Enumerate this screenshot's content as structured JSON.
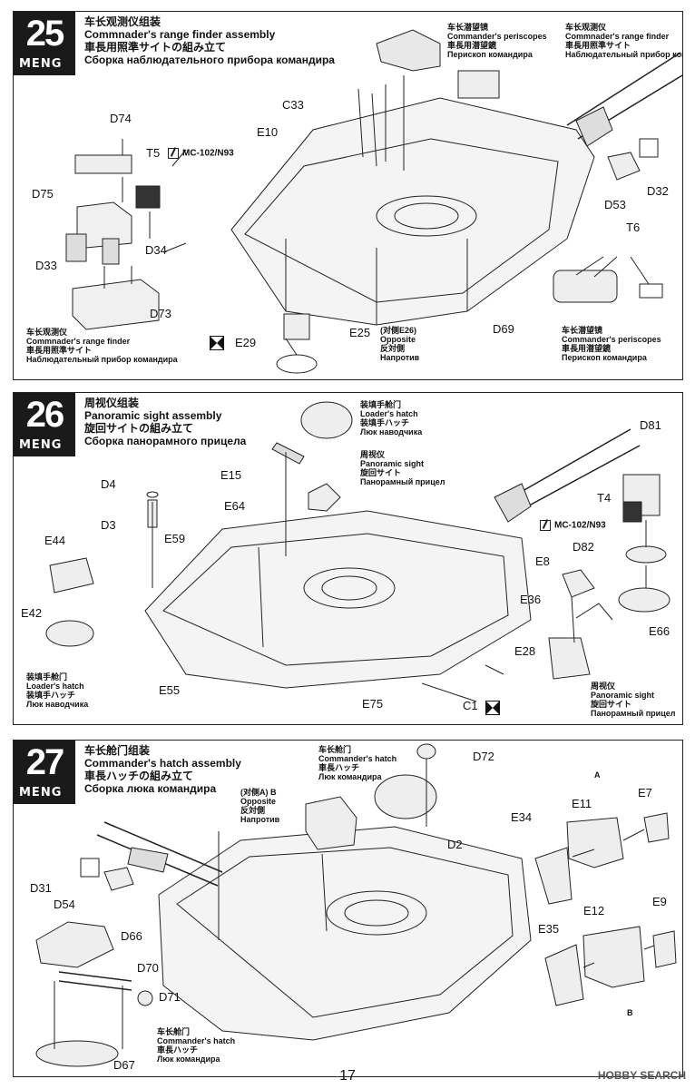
{
  "page_number": "17",
  "watermark": "HOBBY SEARCH",
  "steps": [
    {
      "number": "25",
      "brand": "MENG",
      "title_cn": "车长观测仪组装",
      "title_en": "Commnader's range finder assembly",
      "title_jp": "車長用照準サイトの組み立て",
      "title_ru": "Сборка наблюдательного прибора командира",
      "paint": "MC-102/N93",
      "labels": [
        "D74",
        "T5",
        "D75",
        "D33",
        "D34",
        "D73",
        "C33",
        "E10",
        "E25",
        "E29",
        "D53",
        "D32",
        "T6",
        "D69"
      ],
      "opposite": {
        "cn": "(对侧E26)",
        "en": "Opposite",
        "jp": "反対側",
        "ru": "Напротив"
      },
      "notes": [
        {
          "cn": "车长潜望镜",
          "en": "Commander's periscopes",
          "jp": "車長用潜望鏡",
          "ru": "Перископ командира"
        },
        {
          "cn": "车长观测仪",
          "en": "Commnader's range finder",
          "jp": "車長用照準サイト",
          "ru": "Наблюдательный прибор командира"
        },
        {
          "cn": "车长观测仪",
          "en": "Commnader's range finder",
          "jp": "車長用照準サイト",
          "ru": "Наблюдательный прибор командира"
        },
        {
          "cn": "车长潜望镜",
          "en": "Commander's periscopes",
          "jp": "車長用潜望鏡",
          "ru": "Перископ командира"
        }
      ]
    },
    {
      "number": "26",
      "brand": "MENG",
      "title_cn": "周视仪组装",
      "title_jp": "旋回サイトの組み立て",
      "title_en": "Panoramic sight assembly",
      "title_ru": "Сборка панорамного прицела",
      "paint": "MC-102/N93",
      "labels": [
        "E15",
        "D4",
        "D3",
        "E59",
        "E64",
        "E44",
        "E42",
        "E55",
        "E75",
        "C1",
        "D81",
        "T4",
        "D82",
        "E8",
        "E36",
        "E28",
        "E66"
      ],
      "notes": [
        {
          "cn": "装填手舱门",
          "en": "Loader's hatch",
          "jp": "装填手ハッチ",
          "ru": "Люк наводчика"
        },
        {
          "cn": "周视仪",
          "en": "Panoramic sight",
          "jp": "旋回サイト",
          "ru": "Панорамный прицел"
        },
        {
          "cn": "装填手舱门",
          "en": "Loader's hatch",
          "jp": "装填手ハッチ",
          "ru": "Люк наводчика"
        },
        {
          "cn": "周视仪",
          "en": "Panoramic sight",
          "jp": "旋回サイト",
          "ru": "Панорамный прицел"
        }
      ]
    },
    {
      "number": "27",
      "brand": "MENG",
      "title_cn": "车长舱门组装",
      "title_en": "Commander's hatch assembly",
      "title_jp": "車長ハッチの組み立て",
      "title_ru": "Сборка люка командира",
      "labels": [
        "D72",
        "D2",
        "D31",
        "D54",
        "D66",
        "D70",
        "D71",
        "D67",
        "E34",
        "E11",
        "E7",
        "E35",
        "E12",
        "E9"
      ],
      "letters": [
        "A",
        "B"
      ],
      "opposite": {
        "cn": "(对侧A) B",
        "en": "Opposite",
        "jp": "反対側",
        "ru": "Напротив"
      },
      "notes": [
        {
          "cn": "车长舱门",
          "en": "Commander's hatch",
          "jp": "車長ハッチ",
          "ru": "Люк командира"
        },
        {
          "cn": "车长舱门",
          "en": "Commander's hatch",
          "jp": "車長ハッチ",
          "ru": "Люк командира"
        }
      ]
    }
  ]
}
